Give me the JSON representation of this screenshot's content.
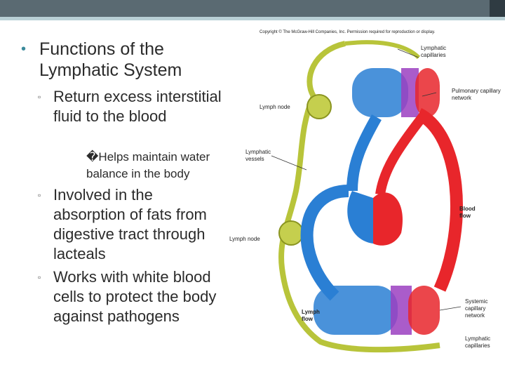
{
  "header": {
    "accent_color": "#5a6a72"
  },
  "slide": {
    "title": "Functions of the Lymphatic System",
    "items": [
      {
        "text": "Return excess interstitial fluid to the blood",
        "sub": "�Helps maintain water balance in the body"
      },
      {
        "text": "Involved in the absorption of fats from digestive tract through lacteals"
      },
      {
        "text": "Works with white blood cells to protect the body against pathogens"
      }
    ]
  },
  "figure": {
    "copyright": "Copyright © The McGraw-Hill Companies, Inc. Permission required for reproduction or display.",
    "labels": {
      "lymphatic_capillaries_top": "Lymphatic capillaries",
      "pulmonary": "Pulmonary capillary network",
      "lymph_node_top": "Lymph node",
      "lymphatic_vessels": "Lymphatic vessels",
      "blood_flow": "Blood flow",
      "lymph_node_bottom": "Lymph node",
      "lymph_flow": "Lymph flow",
      "systemic": "Systemic capillary network",
      "lymphatic_capillaries_bottom": "Lymphatic capillaries"
    },
    "colors": {
      "lymph": "#b8c43a",
      "arterial": "#e8262b",
      "venous": "#2a7fd4",
      "mixed": "#9b3fc1"
    }
  }
}
